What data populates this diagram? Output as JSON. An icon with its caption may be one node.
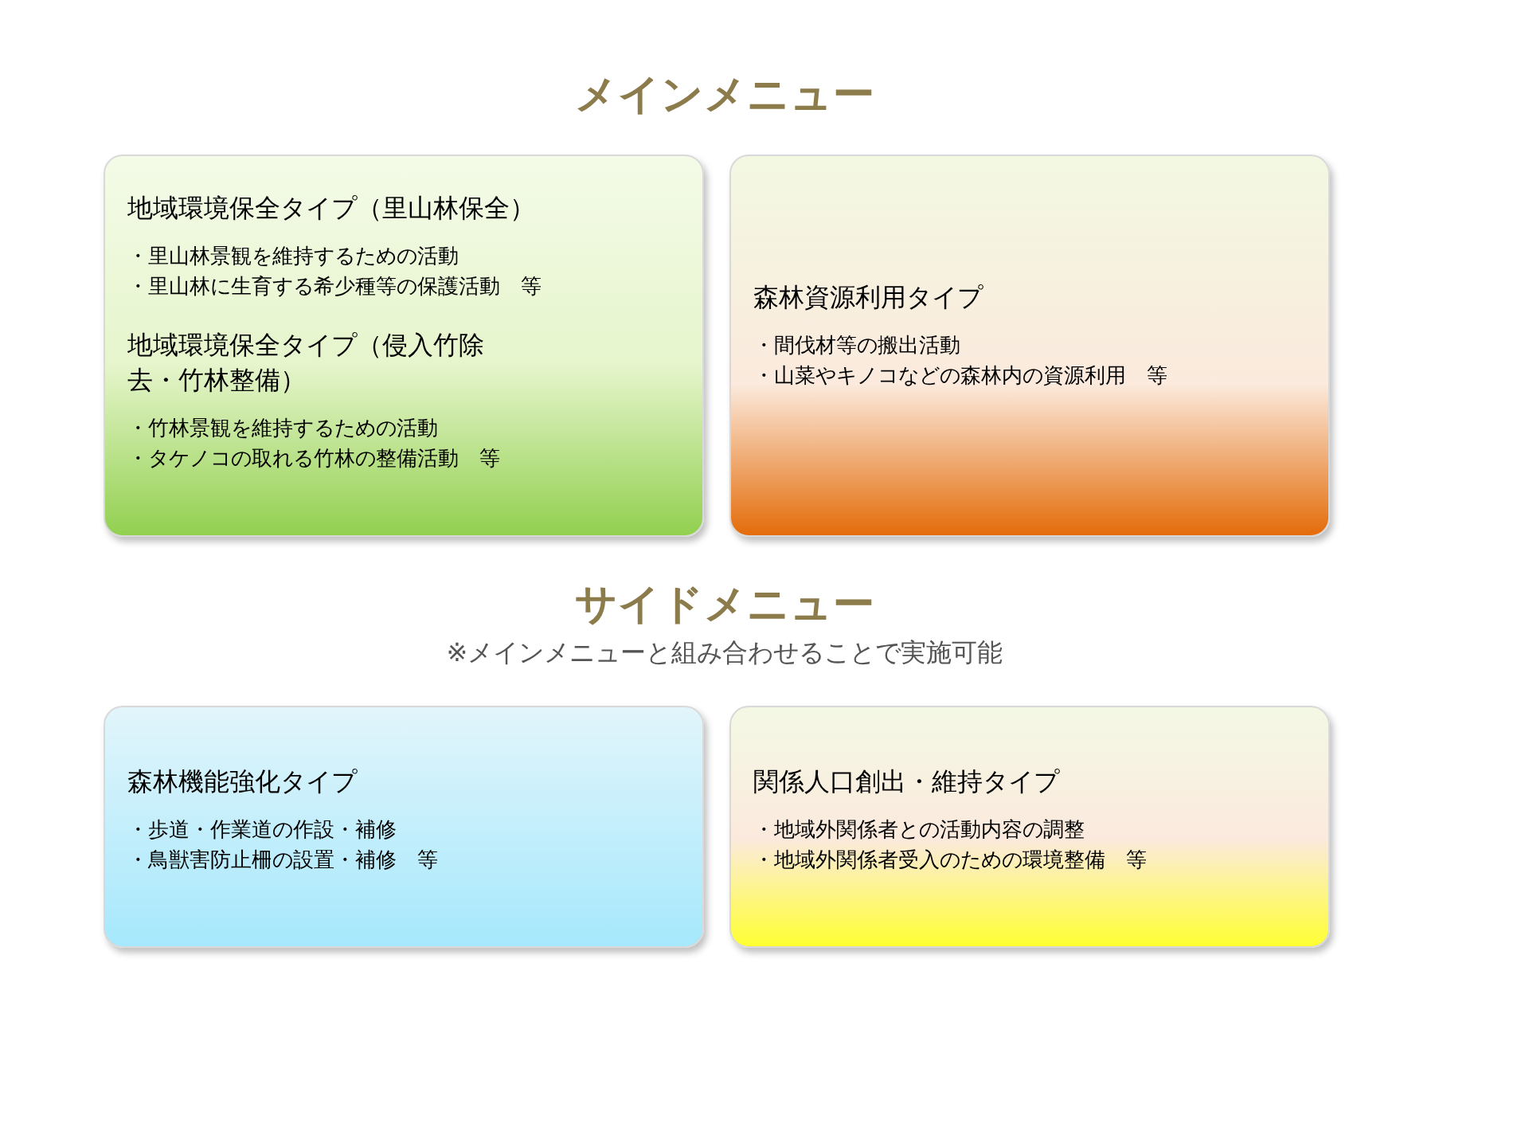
{
  "diagram": {
    "nodes": [
      {
        "text": [
          "地域環境保全タイプ（里山林保全）",
          "・里山林景観を維持するための活動",
          "・里山林に生育する希少種等の保護活動　等",
          "地域環境保全タイプ（侵入竹除去・竹林整備）",
          "・竹林景観を維持するための活動",
          "・タケノコの取れる竹林の整備活動　等"
        ]
      },
      {
        "text": [
          "森林資源利用タイプ",
          "・間伐材等の搬出活動",
          "・山菜やキノコなどの森林内の資源利用　等"
        ]
      },
      {
        "text": [
          "森林機能強化タイプ",
          "・歩道・作業道の作設・補修",
          "・鳥獣害防止柵の設置・補修　等"
        ]
      },
      {
        "text": [
          "関係人口創出・維持タイプ",
          "・地域外関係者との活動内容の調整",
          "・地域外関係者受入のための環境整備　等"
        ]
      }
    ],
    "labels": [
      "メインメニュー",
      "サイドメニュー",
      "※メインメニューと組み合わせることで実施可能"
    ]
  }
}
